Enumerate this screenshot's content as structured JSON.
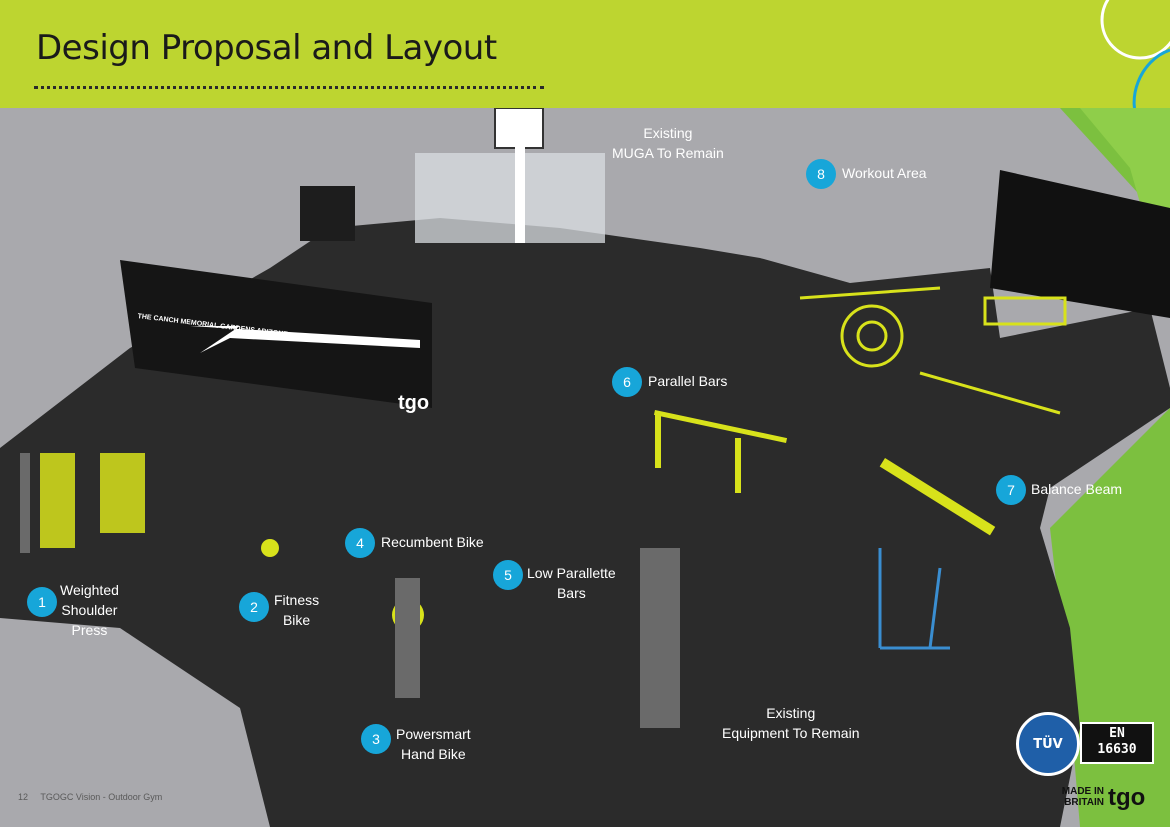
{
  "header": {
    "title": "Design Proposal and Layout"
  },
  "wall_sign": {
    "text": "THE CANCH MEMORIAL GARDENS ADIZONE",
    "logo": "tgo"
  },
  "annotations": [
    {
      "number": "1",
      "label": "Weighted\nShoulder\nPress"
    },
    {
      "number": "2",
      "label": "Fitness\nBike"
    },
    {
      "number": "3",
      "label": "Powersmart\nHand Bike"
    },
    {
      "number": "4",
      "label": "Recumbent Bike"
    },
    {
      "number": "5",
      "label": "Low Parallette\nBars"
    },
    {
      "number": "6",
      "label": "Parallel Bars"
    },
    {
      "number": "7",
      "label": "Balance Beam"
    },
    {
      "number": "8",
      "label": "Workout Area"
    }
  ],
  "notes": {
    "muga": "Existing\nMUGA To Remain",
    "equipment": "Existing\nEquipment To Remain"
  },
  "footer": {
    "page_number": "12",
    "doc_title": "TGOGC Vision - Outdoor Gym"
  },
  "certifications": {
    "tuv": "TÜV",
    "en": "EN\n16630",
    "made_in": "MADE IN\nBRITAIN",
    "brand": "tgo"
  },
  "colors": {
    "header": "#bdd530",
    "marker": "#17a6d9",
    "surface": "#2b2b2b",
    "grass": "#7cc03f",
    "path": "#a9a9ad",
    "equipment": "#d8e21b"
  }
}
